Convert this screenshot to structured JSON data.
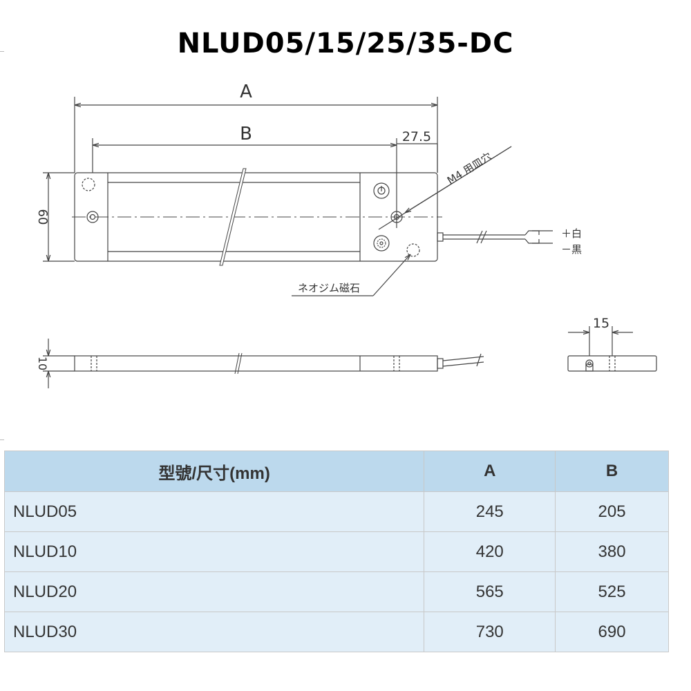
{
  "title": "NLUD05/15/25/35-DC",
  "drawing": {
    "dim_A": "A",
    "dim_B": "B",
    "dim_27_5": "27.5",
    "dim_60": "60",
    "dim_10": "10",
    "dim_15": "15",
    "label_m4": "M4 用皿穴",
    "label_magnet": "ネオジム磁石",
    "label_plus": "＋白",
    "label_minus": "－黒"
  },
  "table": {
    "headers": [
      "型號/尺寸(mm)",
      "A",
      "B"
    ],
    "rows": [
      [
        "NLUD05",
        "245",
        "205"
      ],
      [
        "NLUD10",
        "420",
        "380"
      ],
      [
        "NLUD20",
        "565",
        "525"
      ],
      [
        "NLUD30",
        "730",
        "690"
      ]
    ]
  },
  "colors": {
    "header_bg": "#bcd9ed",
    "row_bg": "#e1eef8",
    "border": "#c8c8c8"
  }
}
